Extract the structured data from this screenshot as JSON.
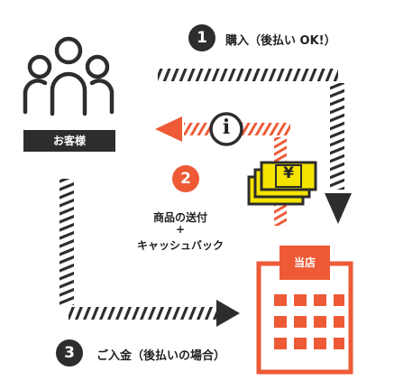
{
  "steps": [
    {
      "number": "1",
      "label": "購入（後払い OK!）",
      "badge_color": "#2d2d2d"
    },
    {
      "number": "2",
      "label_line1": "商品の送付",
      "label_plus": "+",
      "label_line2": "キャッシュバック",
      "badge_color": "#ee5a36"
    },
    {
      "number": "3",
      "label": "ご入金（後払いの場合）",
      "badge_color": "#2d2d2d"
    }
  ],
  "customer": {
    "label": "お客様",
    "icon": "people-group-icon"
  },
  "store": {
    "label": "当店",
    "icon": "store-building-icon"
  },
  "middle": {
    "info_icon": "info-icon",
    "info_glyph": "i",
    "money_icon": "banknotes-icon",
    "money_glyph": "¥"
  },
  "colors": {
    "accent": "#ee5a36",
    "dark": "#2d2d2d",
    "money": "#f5e400"
  }
}
